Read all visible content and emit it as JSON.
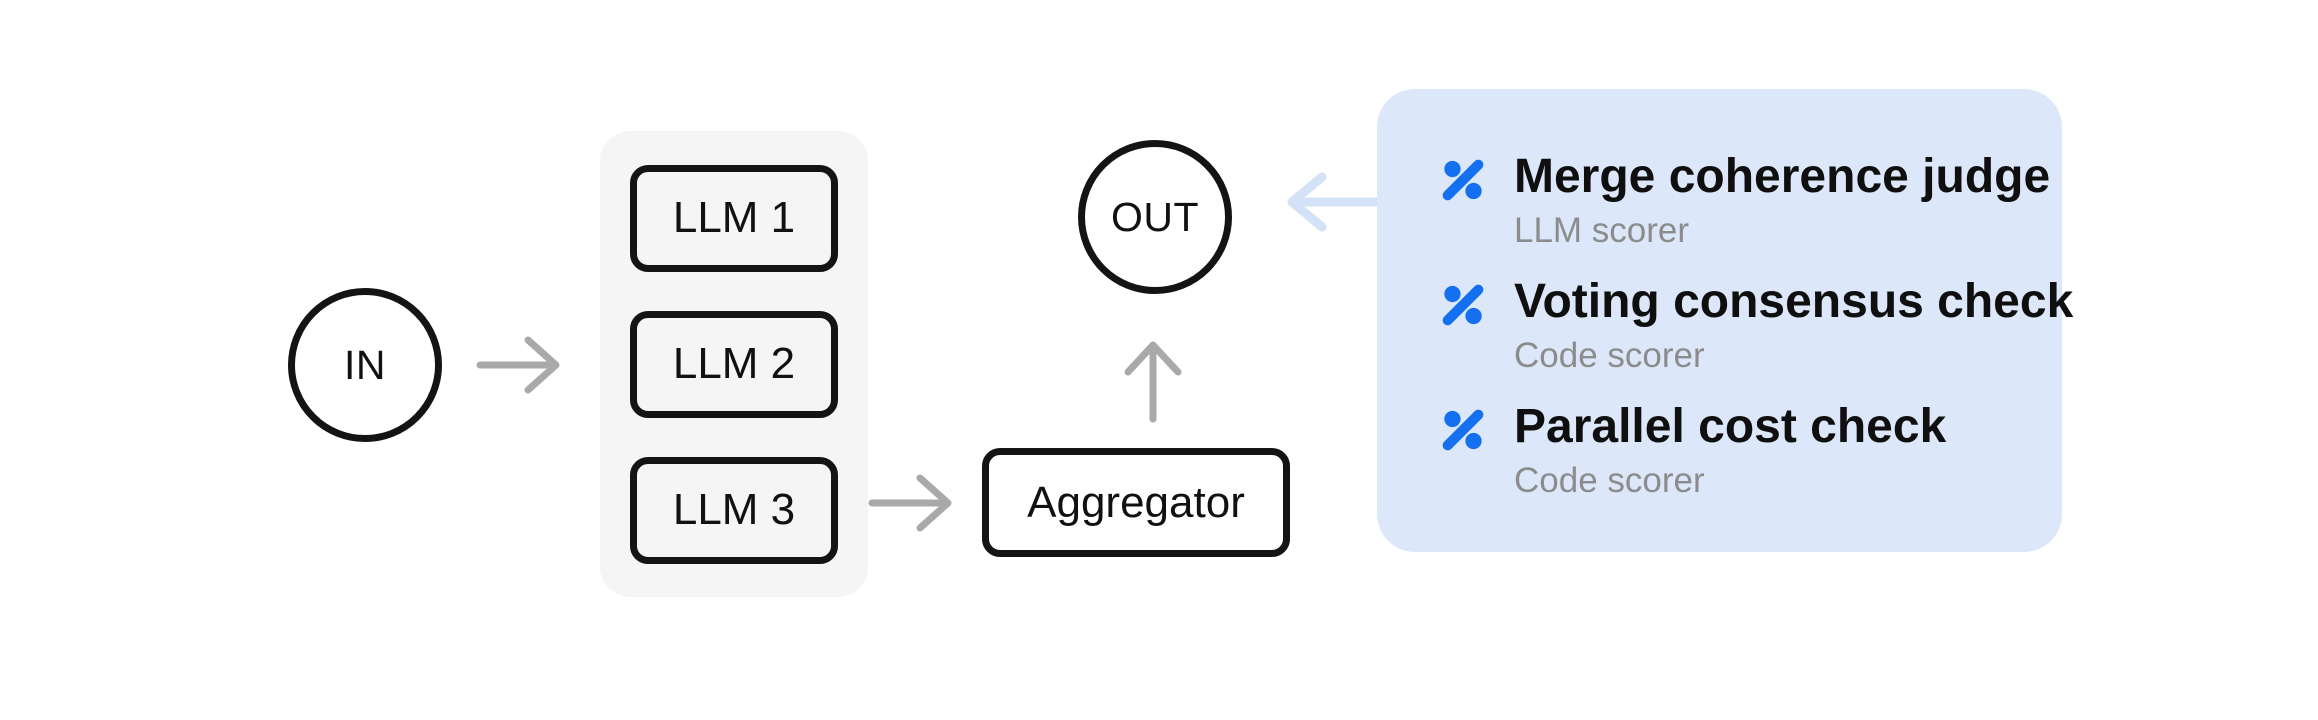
{
  "diagram": {
    "input_node": {
      "label": "IN"
    },
    "llm_nodes": [
      {
        "label": "LLM 1"
      },
      {
        "label": "LLM 2"
      },
      {
        "label": "LLM 3"
      }
    ],
    "aggregator_node": {
      "label": "Aggregator"
    },
    "output_node": {
      "label": "OUT"
    }
  },
  "panel": {
    "items": [
      {
        "icon": "percent-icon",
        "title": "Merge coherence judge",
        "subtitle": "LLM scorer"
      },
      {
        "icon": "percent-icon",
        "title": "Voting consensus check",
        "subtitle": "Code scorer"
      },
      {
        "icon": "percent-icon",
        "title": "Parallel cost check",
        "subtitle": "Code scorer"
      }
    ]
  },
  "colors": {
    "node_border": "#141414",
    "group_background": "#f5f5f6",
    "arrow_gray": "#a9a9a9",
    "panel_background": "#dce8fa",
    "panel_arrow_blue": "#d4e2f8",
    "icon_blue": "#1570f0",
    "subtitle_gray": "#8c8c8c"
  }
}
